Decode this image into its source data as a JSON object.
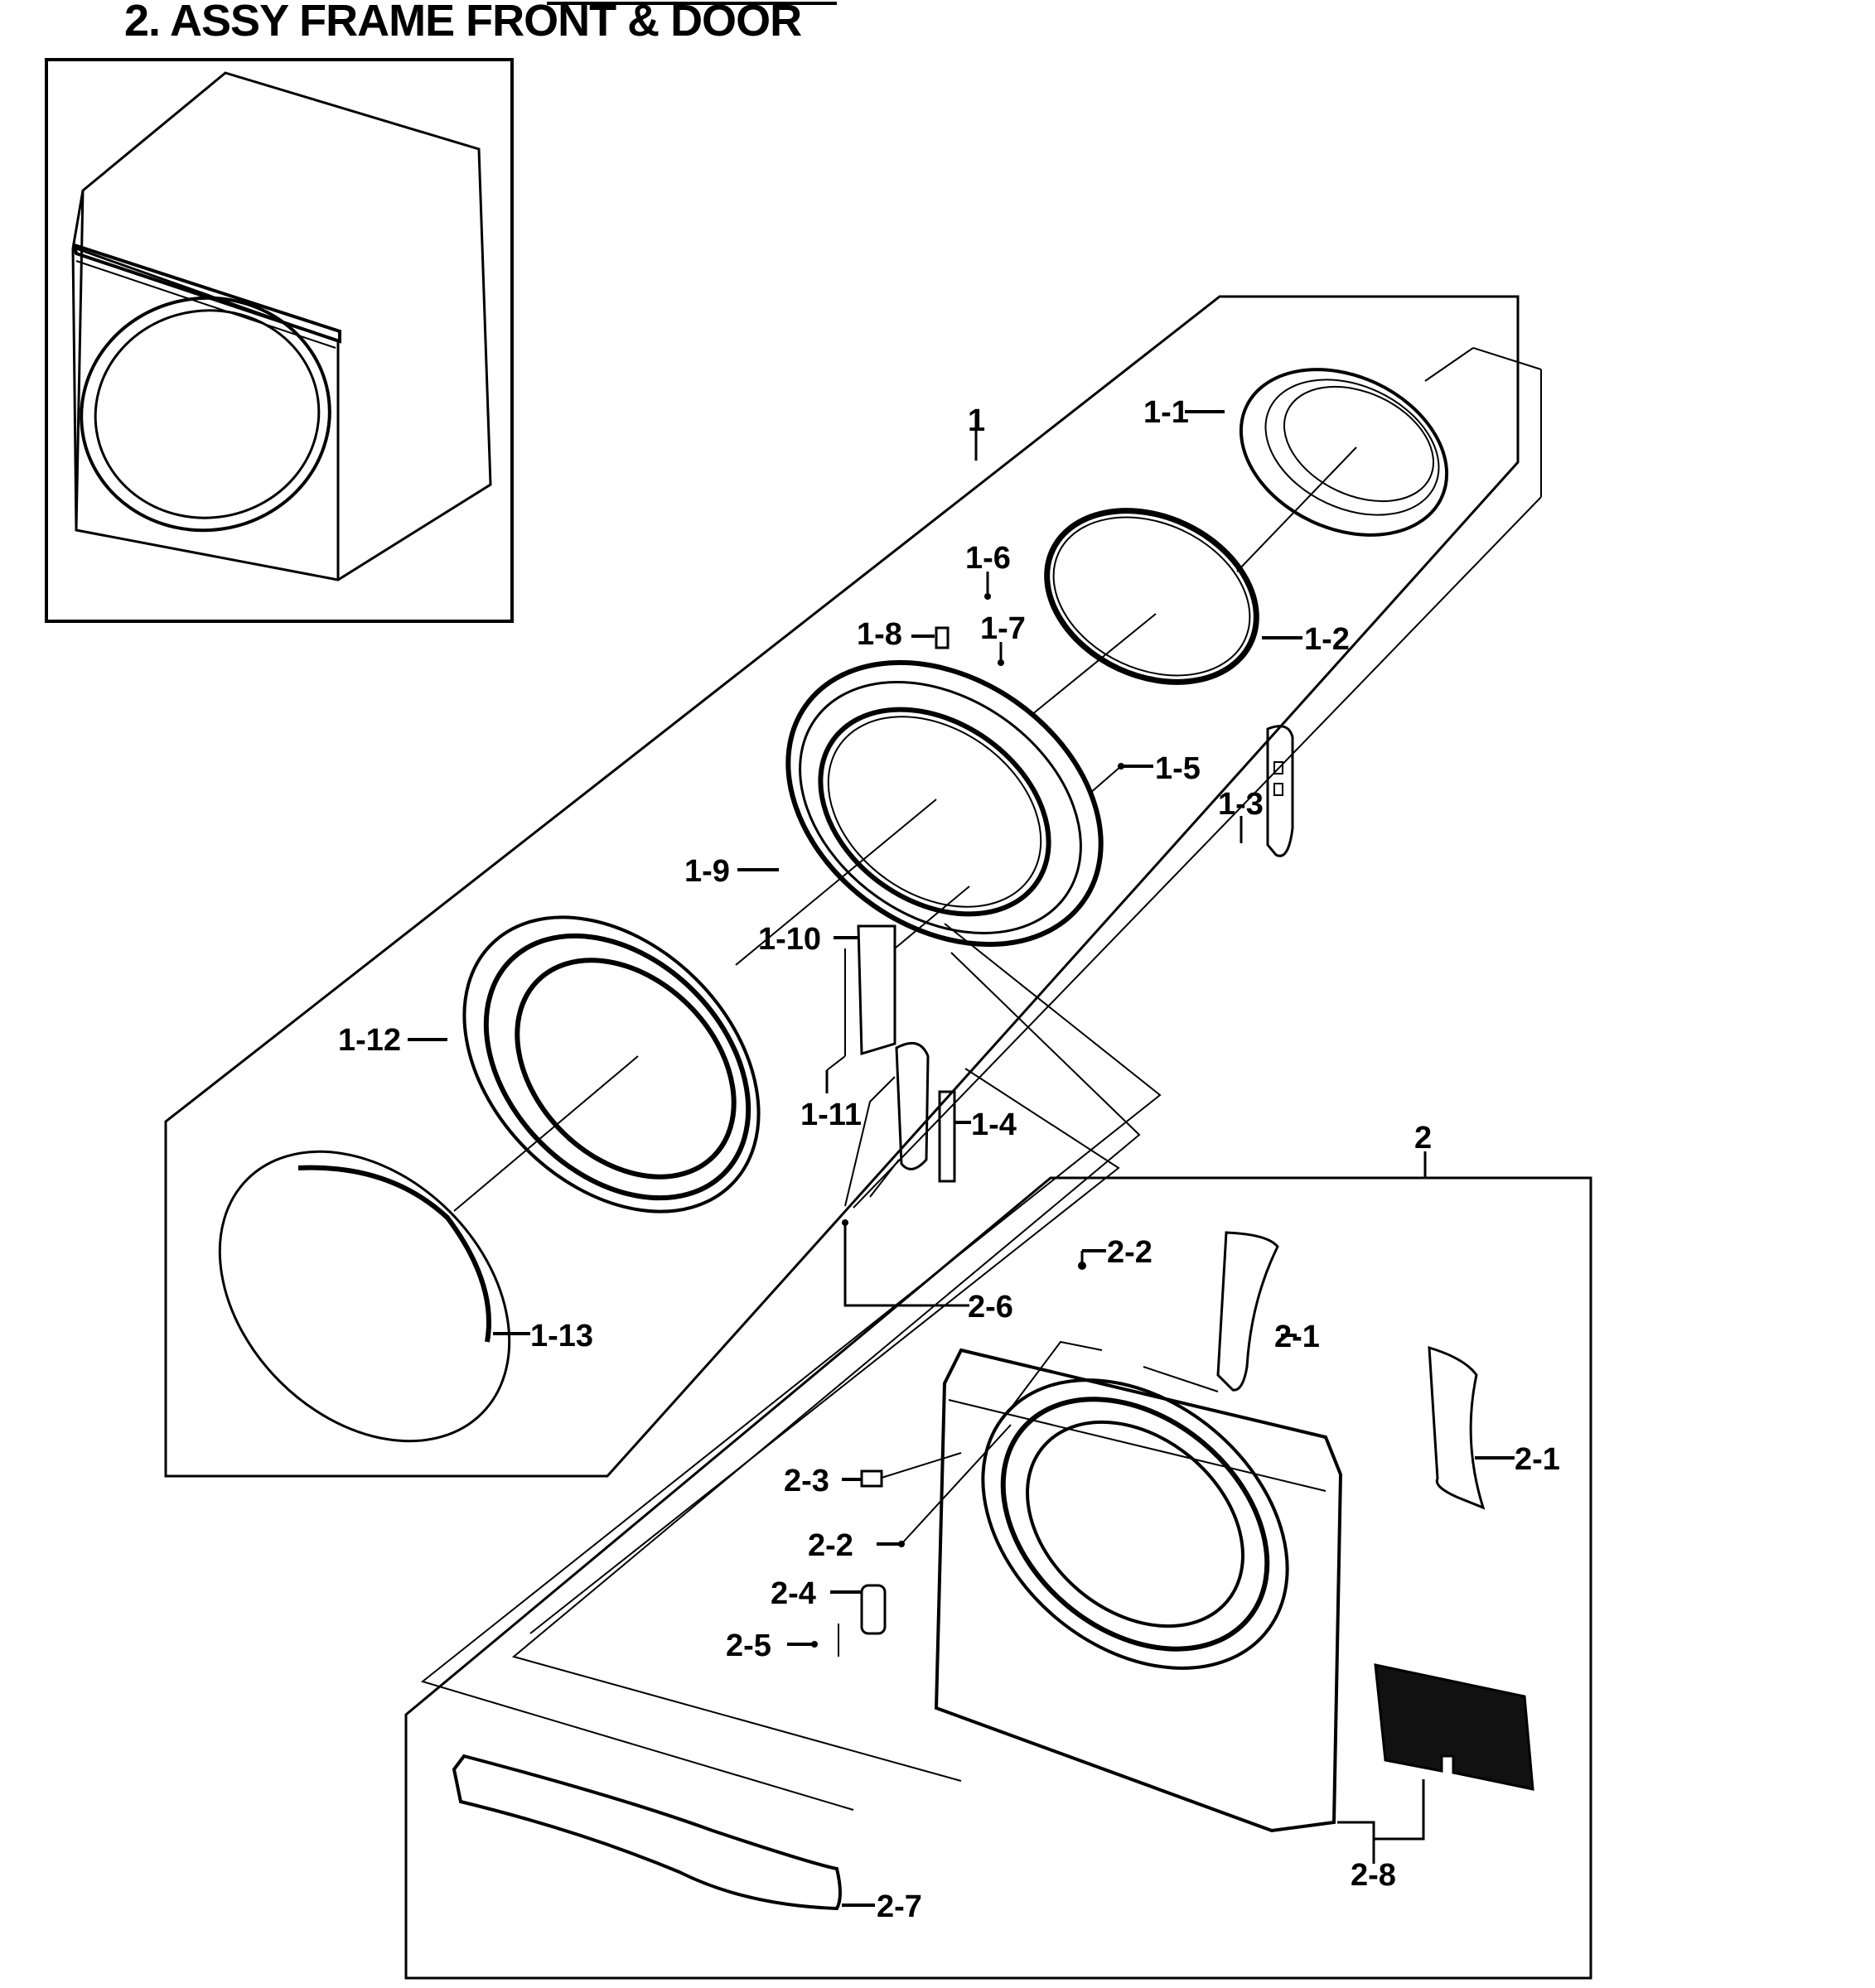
{
  "title": "2. ASSY FRAME FRONT & DOOR",
  "labels": {
    "l1": "1",
    "l1_1": "1-1",
    "l1_2": "1-2",
    "l1_3": "1-3",
    "l1_4": "1-4",
    "l1_5": "1-5",
    "l1_6": "1-6",
    "l1_7": "1-7",
    "l1_8": "1-8",
    "l1_9": "1-9",
    "l1_10": "1-10",
    "l1_11": "1-11",
    "l1_12": "1-12",
    "l1_13": "1-13",
    "l2": "2",
    "l2_1a": "2-1",
    "l2_1b": "2-1",
    "l2_2a": "2-2",
    "l2_2b": "2-2",
    "l2_3": "2-3",
    "l2_4": "2-4",
    "l2_5": "2-5",
    "l2_6": "2-6",
    "l2_7": "2-7",
    "l2_8": "2-8"
  },
  "icons": {
    "overview": "dryer-overview-illustration",
    "exploded": "exploded-parts-drawing"
  },
  "colors": {
    "ink": "#000000",
    "paper": "#ffffff"
  }
}
